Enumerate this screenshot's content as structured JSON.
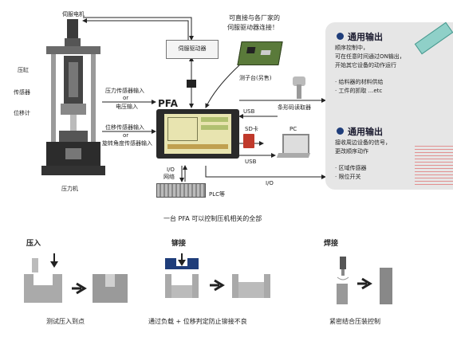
{
  "labels": {
    "servo_motor": "伺服电机",
    "servo_driver": "伺服驱动器",
    "driver_note_1": "可直接与各厂家的",
    "driver_note_2": "伺服驱动器连接！",
    "cylinder": "压缸",
    "sensor": "传感器",
    "displacement_meter": "位移计",
    "pressure_input_1": "压力传感器输入",
    "or_1": "or",
    "pressure_input_2": "电压输入",
    "disp_input_1": "位移传感器输入",
    "or_2": "or",
    "disp_input_2": "旋转角度传感器输入",
    "press_machine": "压力机",
    "pfa": "PFA",
    "measure_board": "测子台(另售)",
    "barcode_reader": "条形码读取器",
    "usb_1": "USB",
    "usb_2": "USB",
    "sd_card": "SD卡",
    "pc": "PC",
    "io_1": "I/O",
    "io_2": "I/O",
    "network": "网络",
    "plc": "PLC等",
    "main_caption": "一台 PFA 可以控制压机相关的全部"
  },
  "panel": {
    "heading_1": "通用输出",
    "desc_1_line1": "顺序控制中，",
    "desc_1_line2": "可在任意时间通过ON输出，",
    "desc_1_line3": "开始其它设备的动作运行",
    "bullet_1a": "· 给料器的材料供给",
    "bullet_1b": "· 工件的抓取 ...etc",
    "heading_2": "通用输出",
    "desc_2_line1": "接收周边设备的信号，",
    "desc_2_line2": "更改顺序动作",
    "bullet_2a": "· 区域传感器",
    "bullet_2b": "· 限位开关"
  },
  "applications": [
    {
      "title": "压入",
      "caption": "测试压入到点"
    },
    {
      "title": "铆接",
      "caption": "通过负载 + 位移判定防止铆接不良"
    },
    {
      "title": "焊接",
      "caption": "紧密结合压装控制"
    }
  ],
  "colors": {
    "accent_blue": "#1f3d7a",
    "panel_gray": "#e6e6e6",
    "arrow_dark": "#222222"
  }
}
